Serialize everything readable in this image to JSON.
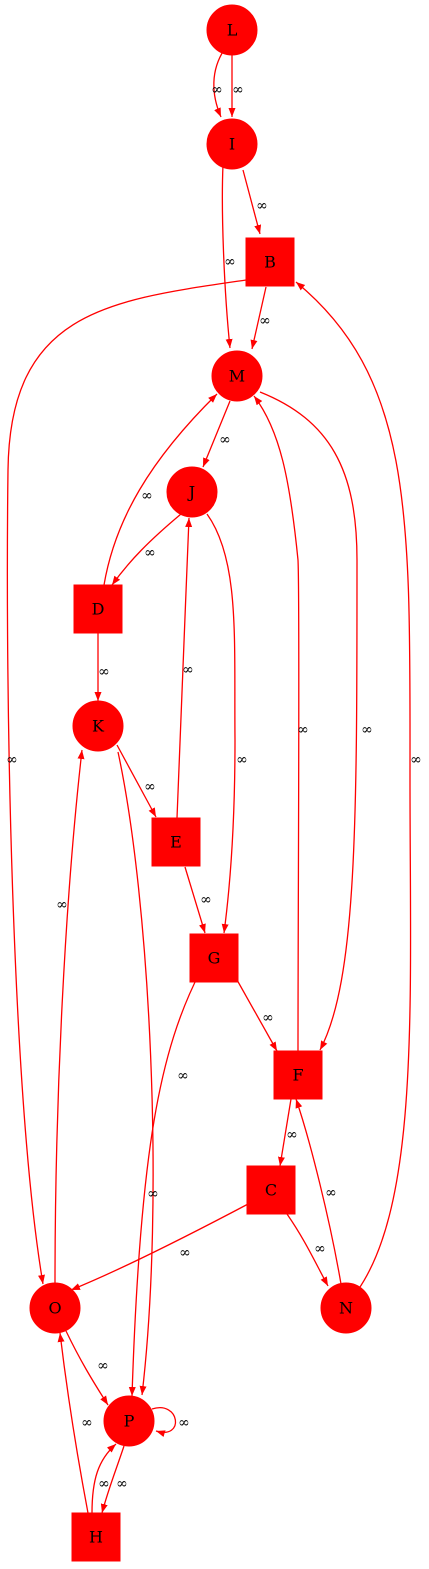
{
  "graph": {
    "node_color": "#ff0000",
    "edge_color": "#ff0000",
    "nodes": [
      {
        "id": "L",
        "shape": "circle"
      },
      {
        "id": "I",
        "shape": "circle"
      },
      {
        "id": "B",
        "shape": "square"
      },
      {
        "id": "M",
        "shape": "circle"
      },
      {
        "id": "J",
        "shape": "circle"
      },
      {
        "id": "D",
        "shape": "square"
      },
      {
        "id": "K",
        "shape": "circle"
      },
      {
        "id": "E",
        "shape": "square"
      },
      {
        "id": "G",
        "shape": "square"
      },
      {
        "id": "F",
        "shape": "square"
      },
      {
        "id": "C",
        "shape": "square"
      },
      {
        "id": "O",
        "shape": "circle"
      },
      {
        "id": "N",
        "shape": "circle"
      },
      {
        "id": "P",
        "shape": "circle"
      },
      {
        "id": "H",
        "shape": "square"
      }
    ],
    "edges": [
      {
        "from": "L",
        "to": "I",
        "label": "∞"
      },
      {
        "from": "L",
        "to": "I",
        "label": "∞"
      },
      {
        "from": "I",
        "to": "B",
        "label": "∞"
      },
      {
        "from": "I",
        "to": "M",
        "label": "∞"
      },
      {
        "from": "B",
        "to": "M",
        "label": "∞"
      },
      {
        "from": "B",
        "to": "O",
        "label": "∞"
      },
      {
        "from": "N",
        "to": "B",
        "label": "∞"
      },
      {
        "from": "M",
        "to": "J",
        "label": "∞"
      },
      {
        "from": "M",
        "to": "F",
        "label": "∞"
      },
      {
        "from": "D",
        "to": "M",
        "label": "∞"
      },
      {
        "from": "F",
        "to": "M",
        "label": "∞"
      },
      {
        "from": "J",
        "to": "D",
        "label": "∞"
      },
      {
        "from": "J",
        "to": "G",
        "label": "∞"
      },
      {
        "from": "E",
        "to": "J",
        "label": "∞"
      },
      {
        "from": "D",
        "to": "K",
        "label": "∞"
      },
      {
        "from": "K",
        "to": "E",
        "label": "∞"
      },
      {
        "from": "K",
        "to": "P",
        "label": "∞"
      },
      {
        "from": "O",
        "to": "K",
        "label": "∞"
      },
      {
        "from": "E",
        "to": "G",
        "label": "∞"
      },
      {
        "from": "G",
        "to": "F",
        "label": "∞"
      },
      {
        "from": "G",
        "to": "P",
        "label": "∞"
      },
      {
        "from": "F",
        "to": "C",
        "label": "∞"
      },
      {
        "from": "N",
        "to": "F",
        "label": "∞"
      },
      {
        "from": "C",
        "to": "O",
        "label": "∞"
      },
      {
        "from": "C",
        "to": "N",
        "label": "∞"
      },
      {
        "from": "O",
        "to": "P",
        "label": "∞"
      },
      {
        "from": "P",
        "to": "P",
        "label": "∞"
      },
      {
        "from": "P",
        "to": "H",
        "label": "∞"
      },
      {
        "from": "H",
        "to": "P",
        "label": "∞"
      },
      {
        "from": "H",
        "to": "O",
        "label": "∞"
      }
    ]
  }
}
